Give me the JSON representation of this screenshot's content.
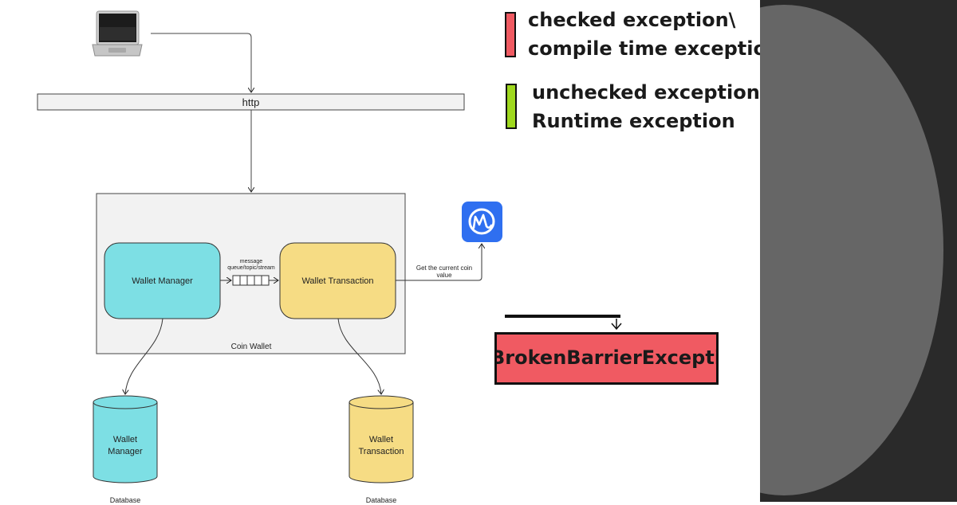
{
  "diagram": {
    "http_bar": {
      "label": "http"
    },
    "container": {
      "label": "Coin Wallet"
    },
    "wallet_manager": {
      "label": "Wallet Manager"
    },
    "wallet_transaction": {
      "label": "Wallet Transaction"
    },
    "queue": {
      "label_line1": "message",
      "label_line2": "queue/topic/stream"
    },
    "external_call": {
      "label_line1": "Get the current coin",
      "label_line2": "value"
    },
    "db_manager": {
      "label_line1": "Wallet",
      "label_line2": "Manager",
      "caption": "Database"
    },
    "db_transaction": {
      "label_line1": "Wallet",
      "label_line2": "Transaction",
      "caption": "Database"
    },
    "laptop_icon": "laptop-icon",
    "coin_logo_icon": "coinmarketcap-logo-icon"
  },
  "legend": {
    "checked": {
      "line1": "checked exception\\",
      "line2": "compile time exception",
      "color": "#f05a62"
    },
    "unchecked": {
      "line1": "unchecked exception\\",
      "line2": "Runtime exception",
      "color": "#9fd81e"
    }
  },
  "exception_box": {
    "label": "BrokenBarrierException",
    "color": "#f05a62"
  },
  "colors": {
    "manager": "#7ddfe4",
    "transaction": "#f6dc84",
    "container_bg": "#f2f2f2",
    "logo_blue": "#2f6ff0",
    "panel_dark": "#2a2a2a",
    "panel_circle": "#666666"
  }
}
